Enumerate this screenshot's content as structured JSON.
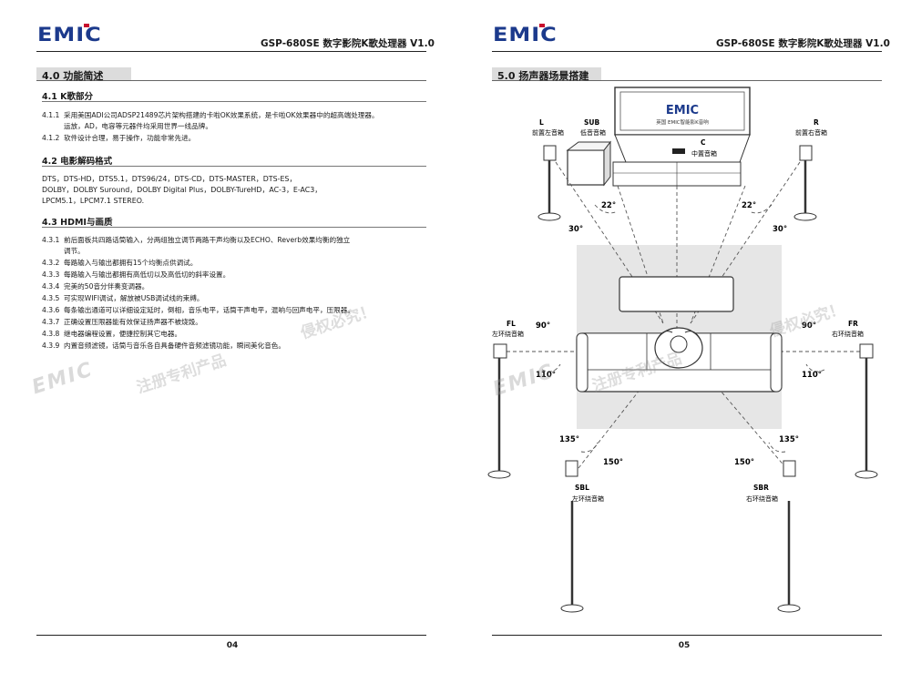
{
  "brand": {
    "logo_text": "EMIC",
    "accent": "#1c3a8c"
  },
  "header": {
    "doc_title": "GSP-680SE 数字影院K歌处理器 V1.0"
  },
  "left_page": {
    "section_title": "4.0 功能简述",
    "k_section": {
      "title": "4.1 K歌部分",
      "items": [
        {
          "num": "4.1.1",
          "text": "采用美国ADI公司ADSP21489芯片架构搭建的卡啦OK效果系统，是卡啦OK效果器中的超高端处理器。"
        },
        {
          "num": "",
          "text": "运放，AD，电容等元器件均采用世界一线品牌。"
        },
        {
          "num": "4.1.2",
          "text": "软件设计合理，易于操作，功能非常先进。"
        }
      ]
    },
    "decode_section": {
      "title": "4.2 电影解码格式",
      "lines": [
        "DTS，DTS-HD，DTS5.1，DTS96/24，DTS-CD，DTS-MASTER，DTS-ES，",
        "DOLBY，DOLBY Suround，DOLBY Digital Plus，DOLBY-TureHD，AC-3，E-AC3，",
        "LPCM5.1，LPCM7.1 STEREO."
      ]
    },
    "hdmi_section": {
      "title": "4.3 HDMI与画质",
      "items": [
        {
          "num": "4.3.1",
          "text": "前后面板共四路话筒输入，分两组独立调节两路干声均衡以及ECHO、Reverb效果均衡的独立"
        },
        {
          "num": "",
          "text": "调节。"
        },
        {
          "num": "4.3.2",
          "text": "每路输入与输出都拥有15个均衡点供调试。"
        },
        {
          "num": "4.3.3",
          "text": "每路输入与输出都拥有高低切以及高低切的斜率设置。"
        },
        {
          "num": "4.3.4",
          "text": "完美的50音分伴奏变调器。"
        },
        {
          "num": "4.3.5",
          "text": "可实现WIFI调试，解放被USB调试线的束缚。"
        },
        {
          "num": "4.3.6",
          "text": "每条输出通道可以详细设定延时，倒相，音乐电平，话筒干声电平，混响与回声电平，压限器。"
        },
        {
          "num": "4.3.7",
          "text": "正确设置压限器能有效保证扬声器不被烧毁。"
        },
        {
          "num": "4.3.8",
          "text": "继电器编程设置，便捷控制其它电器。"
        },
        {
          "num": "4.3.9",
          "text": "内置音频滤镜，话筒与音乐各自具备硬件音频滤镜功能，瞬间美化音色。"
        }
      ]
    },
    "page_number": "04"
  },
  "right_page": {
    "section_title": "5.0 扬声器场景搭建",
    "tv_brand": "EMIC",
    "tv_caption": "英国 EMIC智能影K音响",
    "speakers": {
      "L": {
        "code": "L",
        "name": "前置左音箱"
      },
      "R": {
        "code": "R",
        "name": "前置右音箱"
      },
      "SUB": {
        "code": "SUB",
        "name": "低音音箱"
      },
      "C": {
        "code": "C",
        "name": "中置音箱"
      },
      "FL": {
        "code": "FL",
        "name": "左环绕音箱"
      },
      "FR": {
        "code": "FR",
        "name": "右环绕音箱"
      },
      "SBL": {
        "code": "SBL",
        "name": "左环绕音箱"
      },
      "SBR": {
        "code": "SBR",
        "name": "右环绕音箱"
      }
    },
    "angles": {
      "a22_left": "22°",
      "a22_right": "22°",
      "a30_left": "30°",
      "a30_right": "30°",
      "a90_left": "90°",
      "a90_right": "90°",
      "a110_left": "110°",
      "a110_right": "110°",
      "a135_left": "135°",
      "a135_right": "135°",
      "a150_left": "150°",
      "a150_right": "150°"
    },
    "page_number": "05"
  },
  "watermark": {
    "brand": "EMIC",
    "text_a": "注册专利产品",
    "text_b": "侵权必究！"
  }
}
